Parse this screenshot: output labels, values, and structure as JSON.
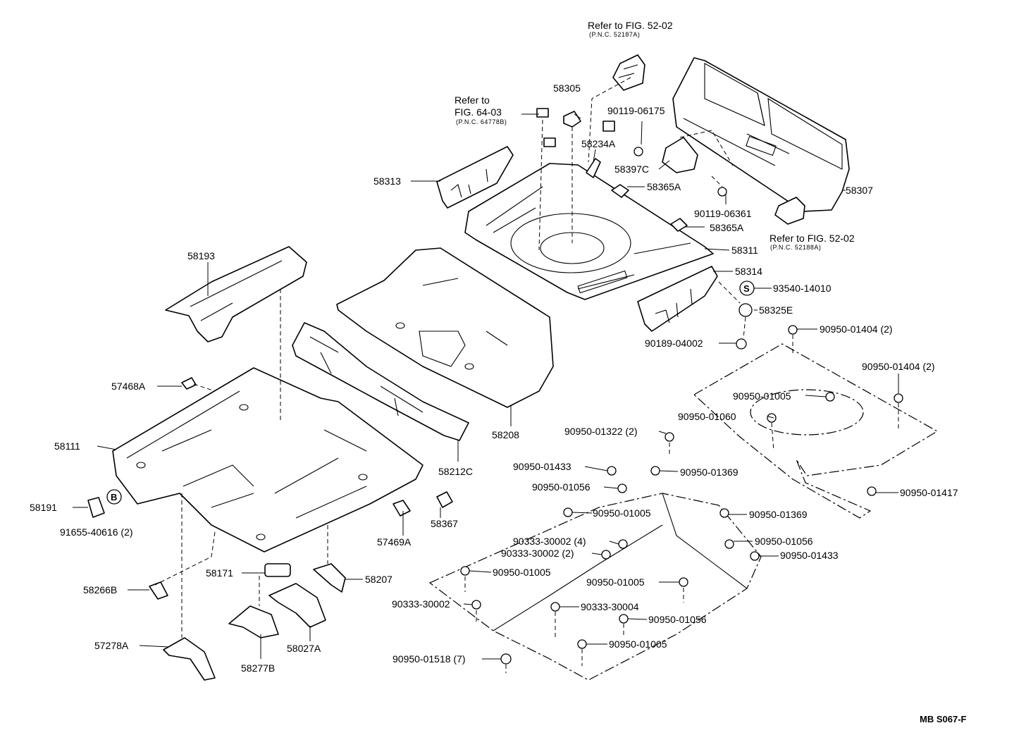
{
  "drawing_code": "MB S067-F",
  "callouts": {
    "c58305": "58305",
    "c58234A": "58234A",
    "c58313": "58313",
    "c58397C": "58397C",
    "c90119_06175": "90119-06175",
    "c58365A_1": "58365A",
    "c58365A_2": "58365A",
    "c90119_06361": "90119-06361",
    "c58307": "58307",
    "c58311": "58311",
    "c58314": "58314",
    "c93540_14010": "93540-14010",
    "c58325E": "58325E",
    "c90189_04002": "90189-04002",
    "c58193": "58193",
    "c58208": "58208",
    "c58212C": "58212C",
    "c57468A": "57468A",
    "c58111": "58111",
    "c58191": "58191",
    "c91655_40616": "91655-40616 (2)",
    "c57469A": "57469A",
    "c58367": "58367",
    "c58171": "58171",
    "c58207": "58207",
    "c58266B": "58266B",
    "c57278A": "57278A",
    "c58277B": "58277B",
    "c58027A": "58027A",
    "c90950_01404_a": "90950-01404 (2)",
    "c90950_01404_b": "90950-01404 (2)",
    "c90950_01005_a": "90950-01005",
    "c90950_01060": "90950-01060",
    "c90950_01322": "90950-01322 (2)",
    "c90950_01433_a": "90950-01433",
    "c90950_01369_a": "90950-01369",
    "c90950_01056_a": "90950-01056",
    "c90950_01417": "90950-01417",
    "c90950_01005_b": "90950-01005",
    "c90333_30002_4": "90333-30002 (4)",
    "c90333_30002_2": "90333-30002 (2)",
    "c90950_01369_b": "90950-01369",
    "c90950_01056_b": "90950-01056",
    "c90950_01433_b": "90950-01433",
    "c90950_01005_c": "90950-01005",
    "c90950_01005_d": "90950-01005",
    "c90333_30002": "90333-30002",
    "c90333_30004": "90333-30004",
    "c90950_01056_c": "90950-01056",
    "c90950_01005_e": "90950-01005",
    "c90950_01518": "90950-01518 (7)"
  },
  "references": {
    "r1_line1": "Refer to FIG. 52-02",
    "r1_line2": "(P.N.C. 52187A)",
    "r2_line1": "Refer to",
    "r2_line2": "FIG. 64-03",
    "r2_line3": "(P.N.C. 64778B)",
    "r3_line1": "Refer to FIG. 52-02",
    "r3_line2": "(P.N.C. 52188A)"
  },
  "symbols": {
    "s_letter": "S",
    "b_letter": "B"
  }
}
